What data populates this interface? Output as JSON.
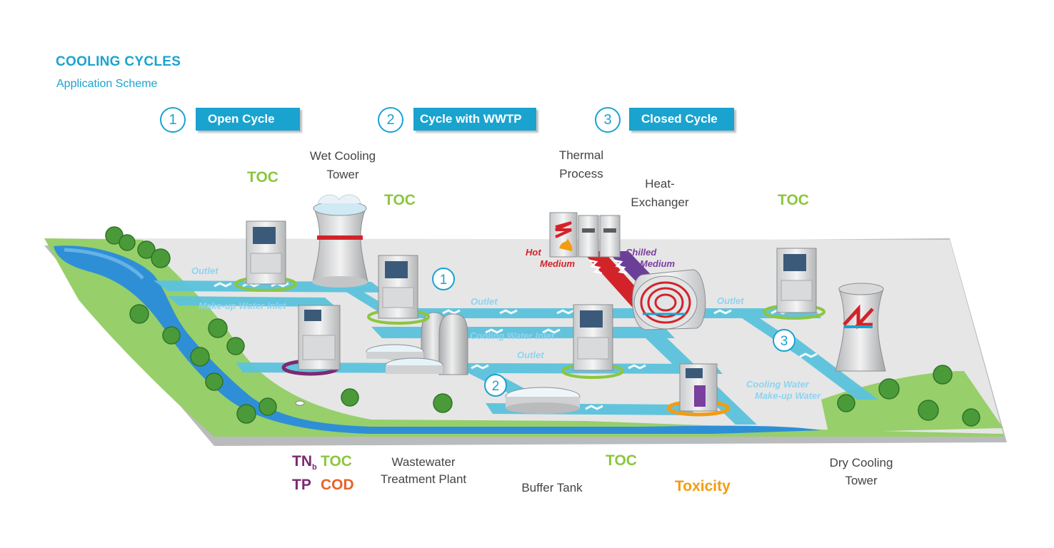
{
  "header": {
    "title": "COOLING CYCLES",
    "subtitle": "Application Scheme"
  },
  "cycles": [
    {
      "number": "1",
      "label": "Open Cycle"
    },
    {
      "number": "2",
      "label": "Cycle with WWTP"
    },
    {
      "number": "3",
      "label": "Closed Cycle"
    }
  ],
  "components": {
    "wet_cooling_tower": "Wet Cooling\nTower",
    "thermal_process": "Thermal\nProcess",
    "heat_exchanger": "Heat-\nExchanger",
    "wastewater_plant": "Wastewater\nTreatment Plant",
    "buffer_tank": "Buffer Tank",
    "dry_cooling_tower": "Dry Cooling\nTower"
  },
  "parameters": {
    "toc": "TOC",
    "tnb_main": "TN",
    "tnb_sub": "b",
    "tp": "TP",
    "cod": "COD",
    "toxicity": "Toxicity"
  },
  "flows": {
    "outlet": "Outlet",
    "makeup_inlet": "Make-up Water Inlet",
    "cooling_inlet": "Cooling Water Inlet",
    "cooling_makeup_line1": "Cooling Water",
    "cooling_makeup_line2": "Make-up Water",
    "hot_line1": "Hot",
    "hot_line2": "Medium",
    "chilled_line1": "Chilled",
    "chilled_line2": "Medium"
  },
  "markers": [
    "1",
    "2",
    "3"
  ],
  "colors": {
    "accent": "#1aa3cf",
    "toc": "#8cc63f",
    "nutrients": "#7b2a73",
    "cod": "#e8622a",
    "toxicity": "#f39c12",
    "hot": "#d2232a",
    "chilled": "#7b3f9e",
    "river": "#2f8fd6",
    "pipe": "#5bc3dc"
  }
}
